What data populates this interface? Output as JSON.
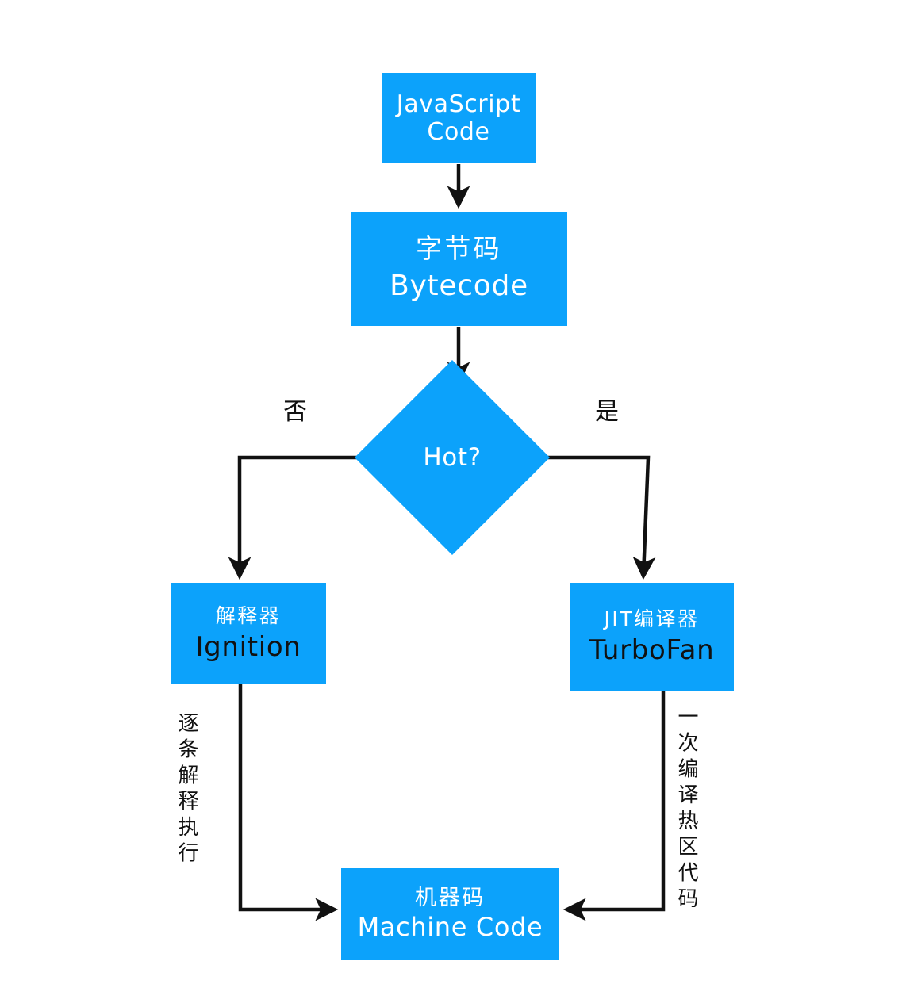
{
  "diagram": {
    "title": "JavaScript V8 Execution Pipeline Flowchart",
    "accent_color": "#0CA2FB",
    "line_color": "#111111",
    "background": "#ffffff",
    "nodes": {
      "javascript_code": {
        "en": "JavaScript Code",
        "shape": "rect"
      },
      "bytecode": {
        "cn": "字节码",
        "en": "Bytecode",
        "shape": "rect"
      },
      "decision": {
        "en": "Hot?",
        "shape": "diamond"
      },
      "ignition": {
        "cn": "解释器",
        "en": "Ignition",
        "shape": "rect"
      },
      "turbofan": {
        "cn": "JIT编译器",
        "en": "TurboFan",
        "shape": "rect"
      },
      "machine_code": {
        "cn": "机器码",
        "en": "Machine Code",
        "shape": "rect"
      }
    },
    "edge_labels": {
      "no": "否",
      "yes": "是",
      "interpret": "逐条解释执行",
      "compile": "一次编译热区代码"
    }
  }
}
